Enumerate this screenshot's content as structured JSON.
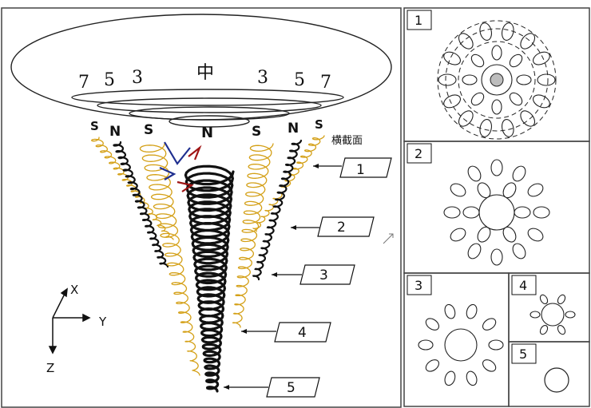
{
  "main_panel": {
    "disk_numbers": [
      "7",
      "5",
      "3",
      "中",
      "3",
      "5",
      "7"
    ],
    "pole_labels": [
      {
        "text": "S",
        "color": "#1f2f8f"
      },
      {
        "text": "N",
        "color": "#a01515"
      },
      {
        "text": "S",
        "color": "#1f2f8f"
      },
      {
        "text": "N",
        "color": "#a01515"
      },
      {
        "text": "S",
        "color": "#1f2f8f"
      },
      {
        "text": "N",
        "color": "#a01515"
      },
      {
        "text": "S",
        "color": "#1f2f8f"
      }
    ],
    "cross_section_label": "横截面",
    "callouts": [
      "1",
      "2",
      "3",
      "4",
      "5"
    ],
    "axes": {
      "x": "X",
      "y": "Y",
      "z": "Z"
    }
  },
  "side_panels": [
    {
      "label": "1"
    },
    {
      "label": "2"
    },
    {
      "label": "3"
    },
    {
      "label": "4"
    },
    {
      "label": "5"
    }
  ],
  "colors": {
    "black_coil": "#111111",
    "gold_coil": "#d4a017",
    "pole_blue": "#1f2f8f",
    "pole_red": "#a01515",
    "center_fill": "#bdbdbd"
  }
}
